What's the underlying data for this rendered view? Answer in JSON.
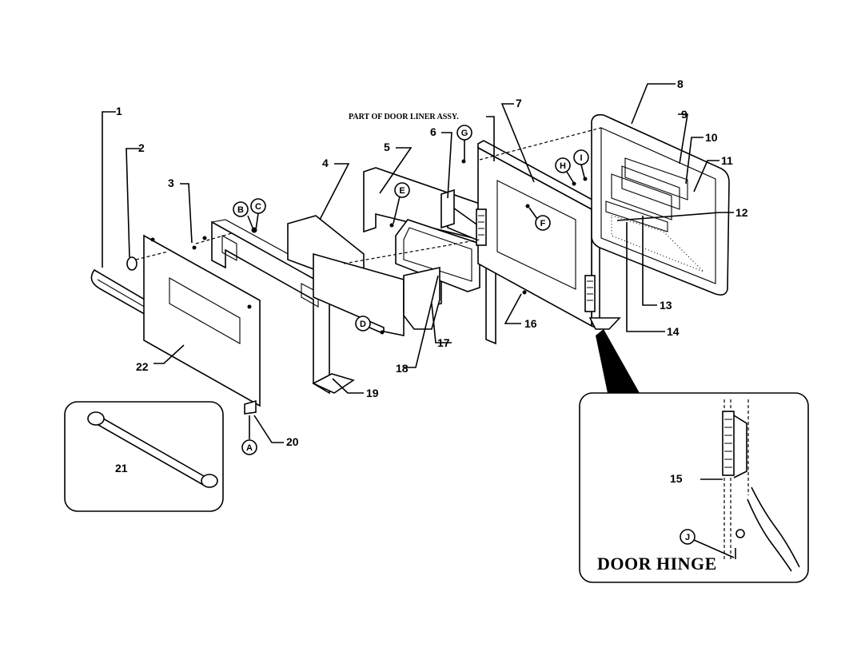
{
  "header": {
    "clipped_left": "",
    "clipped_right": ""
  },
  "callouts": [
    {
      "id": "1",
      "text": "1"
    },
    {
      "id": "2",
      "text": "2"
    },
    {
      "id": "3",
      "text": "3"
    },
    {
      "id": "4",
      "text": "4"
    },
    {
      "id": "5",
      "text": "5"
    },
    {
      "id": "6",
      "text": "6"
    },
    {
      "id": "7",
      "text": "7"
    },
    {
      "id": "8",
      "text": "8"
    },
    {
      "id": "9",
      "text": "9"
    },
    {
      "id": "10",
      "text": "10"
    },
    {
      "id": "11",
      "text": "11"
    },
    {
      "id": "12",
      "text": "12"
    },
    {
      "id": "13",
      "text": "13"
    },
    {
      "id": "14",
      "text": "14"
    },
    {
      "id": "15",
      "text": "15"
    },
    {
      "id": "16",
      "text": "16"
    },
    {
      "id": "17",
      "text": "17"
    },
    {
      "id": "18",
      "text": "18"
    },
    {
      "id": "19",
      "text": "19"
    },
    {
      "id": "20",
      "text": "20"
    },
    {
      "id": "21",
      "text": "21"
    },
    {
      "id": "22",
      "text": "22"
    }
  ],
  "letters": [
    "A",
    "B",
    "C",
    "D",
    "E",
    "F",
    "G",
    "H",
    "I",
    "J"
  ],
  "note": "PART OF DOOR LINER ASSY.",
  "inset": {
    "title": "DOOR HINGE"
  }
}
